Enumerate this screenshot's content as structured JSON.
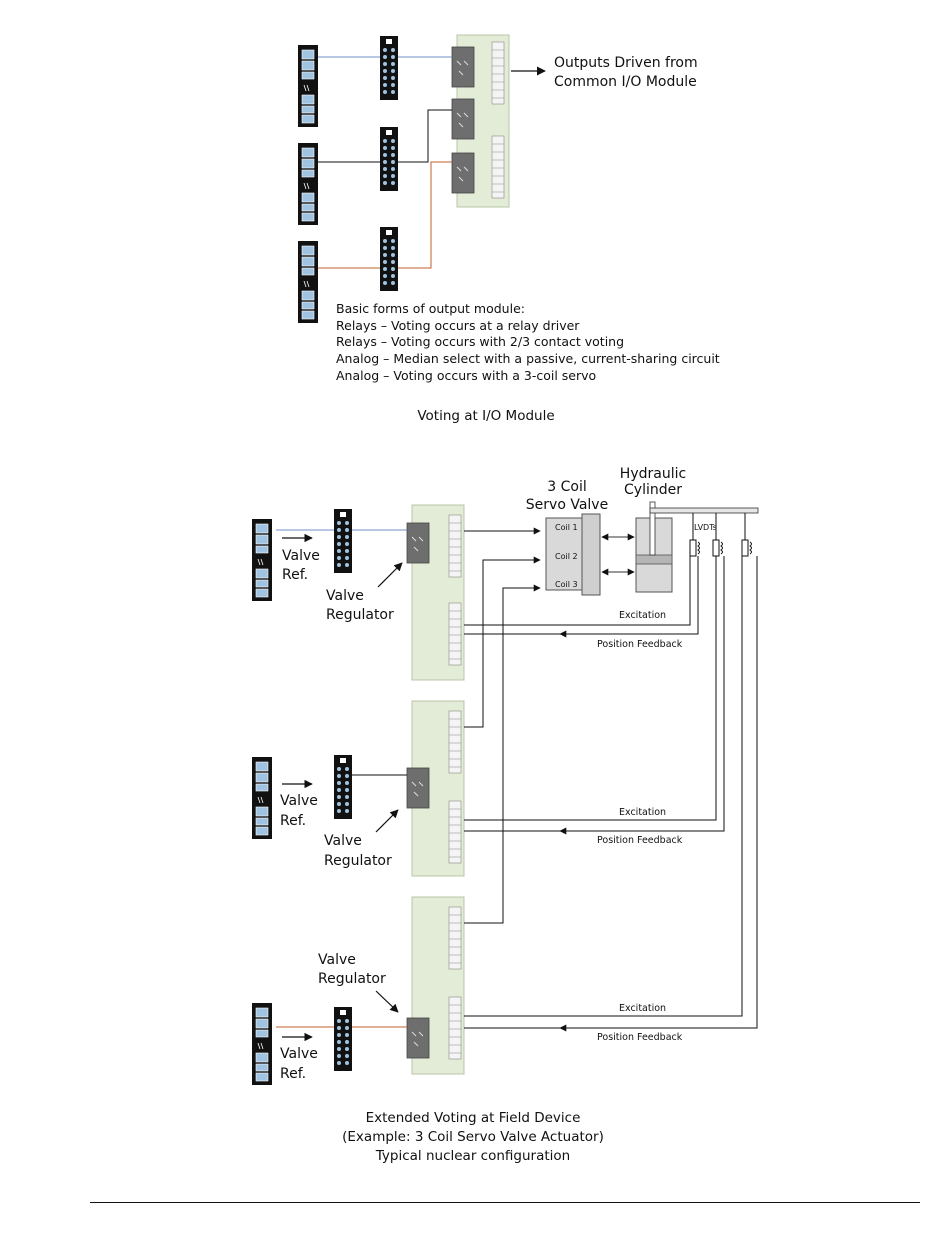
{
  "top": {
    "outputs_label": [
      "Outputs Driven from",
      "Common I/O Module"
    ],
    "basic_forms": [
      "Basic forms of output module:",
      "Relays – Voting occurs at a relay driver",
      "Relays – Voting occurs with 2/3 contact voting",
      "Analog – Median select with a passive, current-sharing circuit",
      "Analog – Voting occurs with a 3-coil servo"
    ],
    "caption": "Voting at I/O Module"
  },
  "bottom": {
    "servo_valve": [
      "3 Coil",
      "Servo Valve"
    ],
    "cylinder": [
      "Hydraulic",
      "Cylinder"
    ],
    "lvdts": "LVDTs",
    "coils": [
      "Coil 1",
      "Coil 2",
      "Coil 3"
    ],
    "valve_ref": [
      "Valve",
      "Ref."
    ],
    "valve_regulator": [
      "Valve",
      "Regulator"
    ],
    "excitation": "Excitation",
    "position_feedback": "Position Feedback",
    "caption": [
      "Extended Voting at Field Device",
      "(Example: 3 Coil Servo Valve Actuator)",
      "Typical nuclear configuration"
    ]
  },
  "colors": {
    "blue_wire": "#6f8fc8",
    "orange_wire": "#c0602c",
    "module_green": "#e3ecd6",
    "controller_dark": "#111111"
  }
}
